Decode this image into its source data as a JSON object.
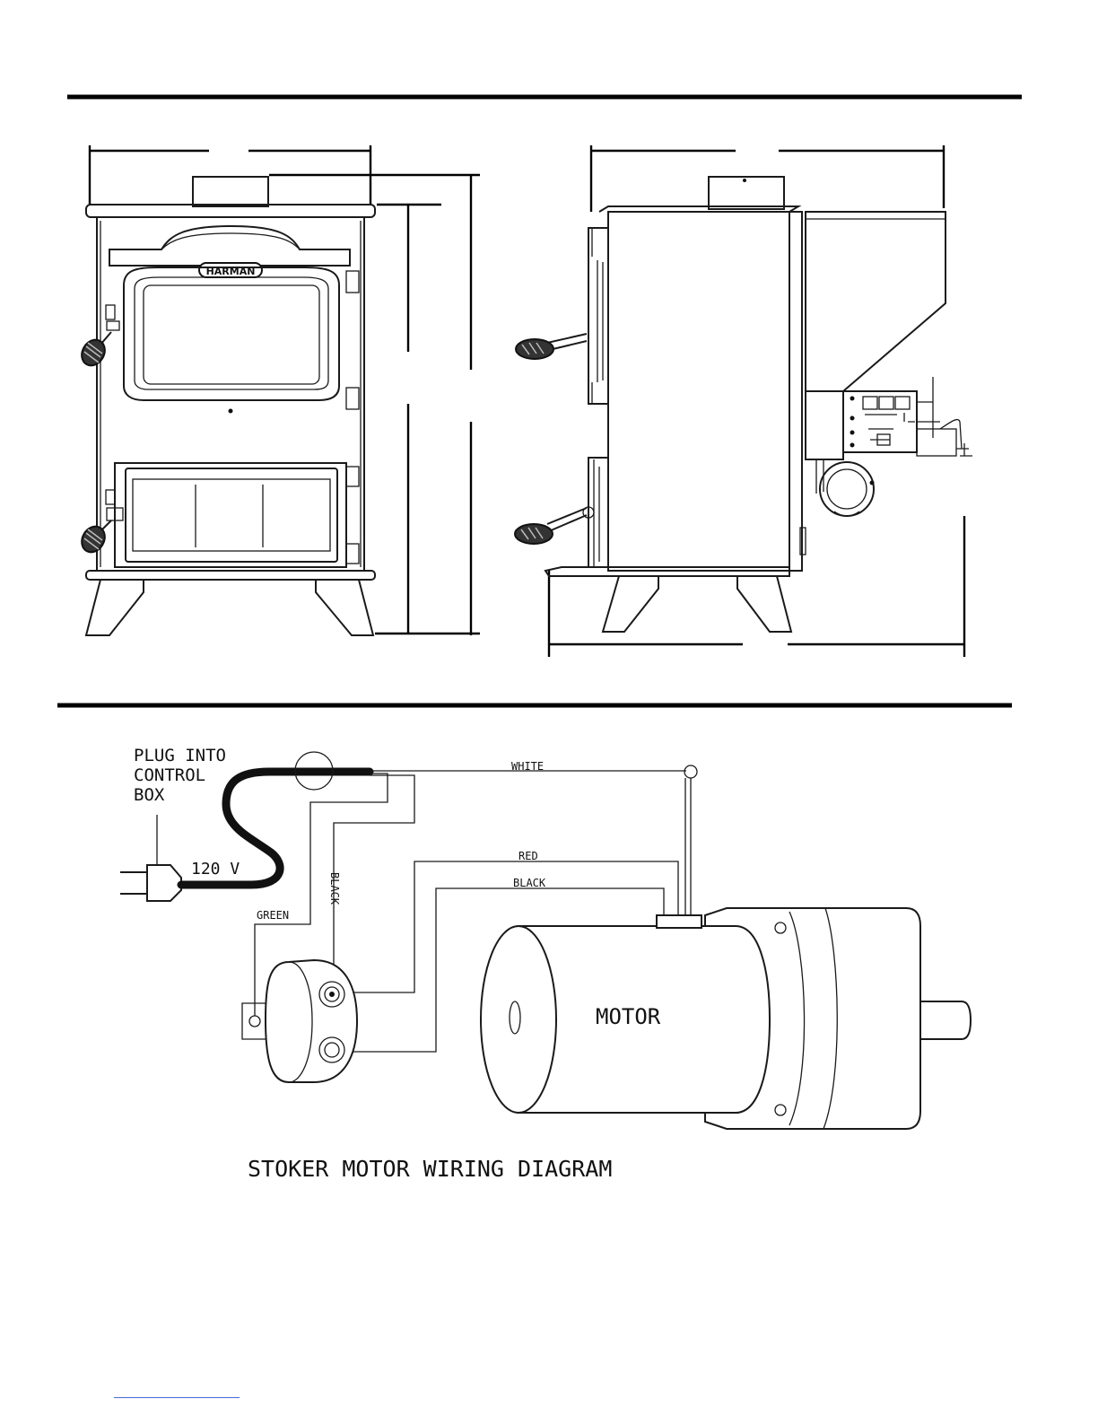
{
  "front_view": {
    "logo_text": "HARMAN"
  },
  "wiring_diagram": {
    "plug_label_lines": [
      "PLUG INTO",
      "CONTROL",
      "BOX"
    ],
    "voltage_label": "120  V",
    "wire_labels": {
      "white": "WHITE",
      "red": "RED",
      "black_top": "BLACK",
      "black_vertical": "BLACK",
      "green": "GREEN"
    },
    "motor_label": "MOTOR",
    "caption": "STOKER MOTOR WIRING DIAGRAM"
  }
}
